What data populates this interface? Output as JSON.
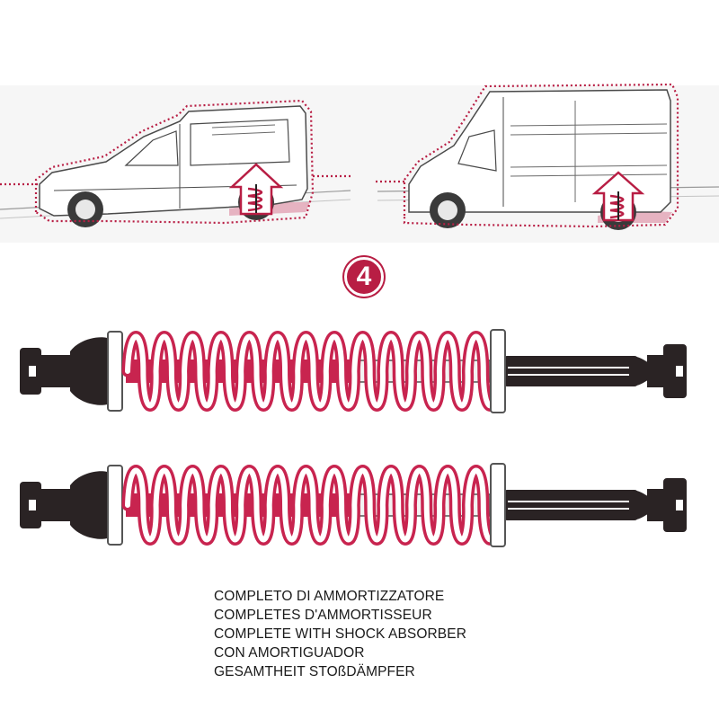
{
  "step": {
    "number": "4"
  },
  "caption": {
    "lines": [
      "COMPLETO DI AMMORTIZZATORE",
      "COMPLETES D'AMMORTISSEUR",
      "COMPLETE WITH SHOCK ABSORBER",
      "CON AMORTIGUADOR",
      "GESAMTHEIT STOßDÄMPFER"
    ]
  },
  "colors": {
    "accent": "#b81e44",
    "spring": "#c8244f",
    "body": "#2a2324",
    "outline": "#555555"
  },
  "icons": [
    "car-silhouette",
    "van-silhouette",
    "up-arrow-icon",
    "spring-icon",
    "coilover-shock-absorber"
  ]
}
